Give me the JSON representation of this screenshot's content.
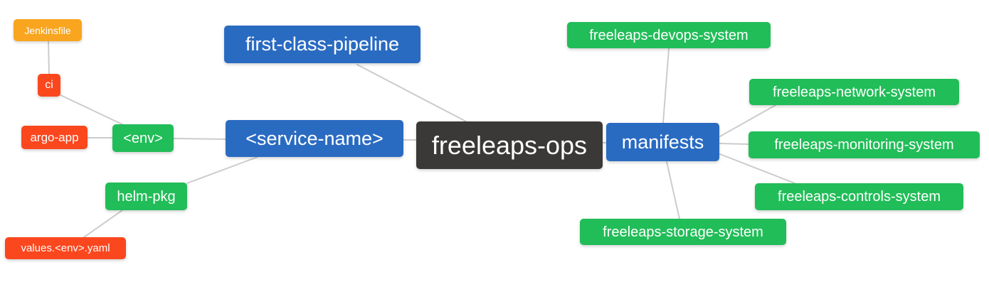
{
  "palette": {
    "blue": "#2A6BC2",
    "green": "#21BD58",
    "orange": "#F9A51F",
    "red": "#FB471E",
    "dark": "#3B3838",
    "edge": "#CCCCCC",
    "background": "#FFFFFF",
    "node_text": "#FFFFFF"
  },
  "mindmap": {
    "root": {
      "label": "freeleaps-ops"
    },
    "left": {
      "first_class_pipeline": {
        "label": "first-class-pipeline"
      },
      "service_name": {
        "label": "<service-name>"
      },
      "env": {
        "label": "<env>"
      },
      "ci": {
        "label": "ci"
      },
      "jenkinsfile": {
        "label": "Jenkinsfile"
      },
      "argo_app": {
        "label": "argo-app"
      },
      "helm_pkg": {
        "label": "helm-pkg"
      },
      "values_env_yaml": {
        "label": "values.<env>.yaml"
      }
    },
    "right": {
      "manifests": {
        "label": "manifests"
      },
      "devops_system": {
        "label": "freeleaps-devops-system"
      },
      "network_system": {
        "label": "freeleaps-network-system"
      },
      "monitoring_system": {
        "label": "freeleaps-monitoring-system"
      },
      "controls_system": {
        "label": "freeleaps-controls-system"
      },
      "storage_system": {
        "label": "freeleaps-storage-system"
      }
    }
  }
}
